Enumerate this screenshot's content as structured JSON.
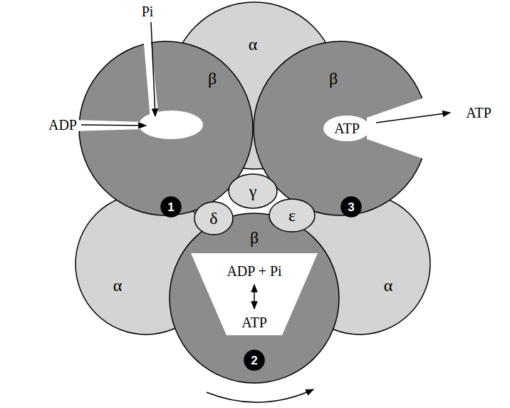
{
  "diagram": {
    "nodes": [
      {
        "text": [
          "α"
        ]
      },
      {
        "text": [
          "α"
        ]
      },
      {
        "text": [
          "α"
        ]
      },
      {
        "text": [
          "β"
        ]
      },
      {
        "text": [
          "β"
        ]
      },
      {
        "text": [
          "β"
        ]
      },
      {
        "text": [
          "γ"
        ]
      },
      {
        "text": [
          "δ"
        ]
      },
      {
        "text": [
          "ε"
        ]
      },
      {
        "text": [
          "ATP"
        ],
        "in": 4
      },
      {
        "text": [
          "ADP + Pi",
          "ATP"
        ],
        "in": 5
      },
      {
        "text": [
          "1"
        ],
        "in": 3
      },
      {
        "text": [
          "2"
        ],
        "in": 5
      },
      {
        "text": [
          "3"
        ],
        "in": 4
      }
    ],
    "labels": [
      "Pi",
      "ADP",
      "ATP"
    ]
  }
}
